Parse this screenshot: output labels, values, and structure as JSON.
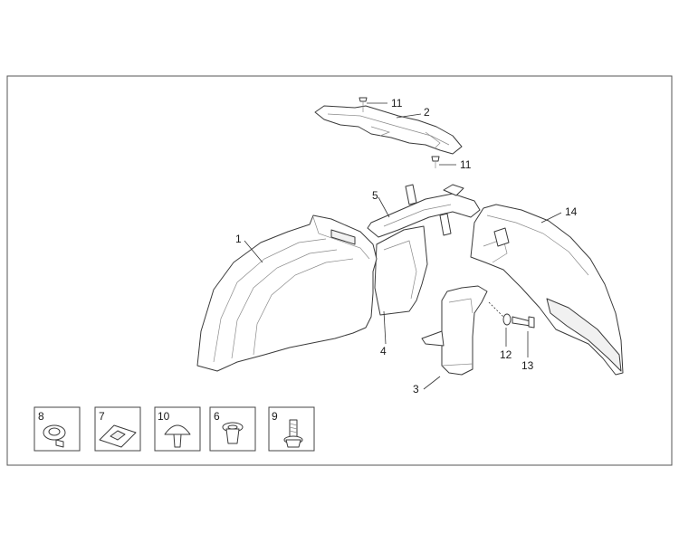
{
  "callouts": {
    "p1": "1",
    "p2": "2",
    "p3": "3",
    "p4": "4",
    "p5": "5",
    "p11a": "11",
    "p11b": "11",
    "p12": "12",
    "p13": "13",
    "p14": "14"
  },
  "hardware_boxes": [
    {
      "label": "8",
      "icon": "grommet-icon"
    },
    {
      "label": "7",
      "icon": "speed-nut-clip-icon"
    },
    {
      "label": "10",
      "icon": "push-rivet-icon"
    },
    {
      "label": "6",
      "icon": "spacer-bushing-icon"
    },
    {
      "label": "9",
      "icon": "flange-bolt-icon"
    }
  ]
}
